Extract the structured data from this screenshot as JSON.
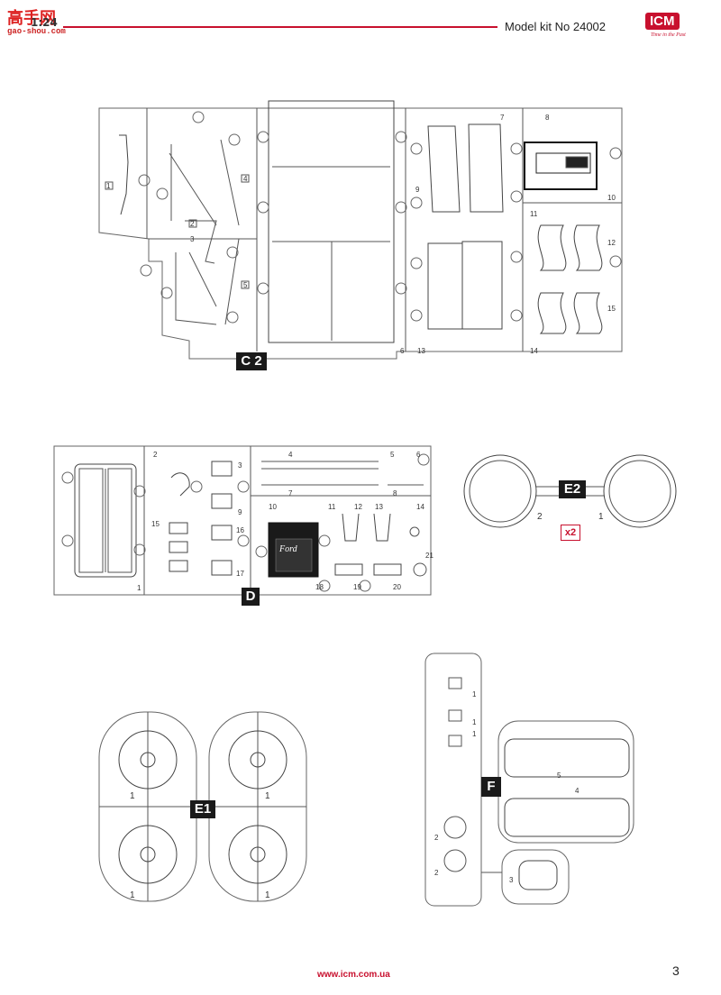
{
  "header": {
    "title": "Model kit No 24002",
    "logo_left_main": "高手网",
    "logo_left_scale": "1:24",
    "logo_left_url": "gao-shou.com",
    "logo_right_brand": "ICM",
    "logo_right_slogan": "Time in the Past"
  },
  "sprues": {
    "c2": {
      "label": "C 2",
      "parts": [
        "1",
        "2",
        "3",
        "4",
        "5",
        "6",
        "7",
        "8",
        "9",
        "10",
        "11",
        "12",
        "13",
        "14",
        "15"
      ]
    },
    "d": {
      "label": "D",
      "parts": [
        "1",
        "2",
        "3",
        "4",
        "5",
        "6",
        "7",
        "8",
        "9",
        "10",
        "11",
        "12",
        "13",
        "14",
        "15",
        "16",
        "17",
        "18",
        "19",
        "20",
        "21"
      ],
      "radiator_text": "Ford"
    },
    "e2": {
      "label": "E2",
      "parts": [
        "1",
        "2"
      ],
      "multiplier": "x2"
    },
    "e1": {
      "label": "E1",
      "parts": [
        "1",
        "1",
        "1",
        "1"
      ]
    },
    "f": {
      "label": "F",
      "parts": [
        "1",
        "1",
        "1",
        "2",
        "2",
        "3",
        "4",
        "5"
      ]
    }
  },
  "footer": {
    "url": "www.icm.com.ua",
    "page_number": "3"
  },
  "colors": {
    "accent": "#c8102e",
    "line": "#444444",
    "tag_bg": "#1a1a1a"
  }
}
